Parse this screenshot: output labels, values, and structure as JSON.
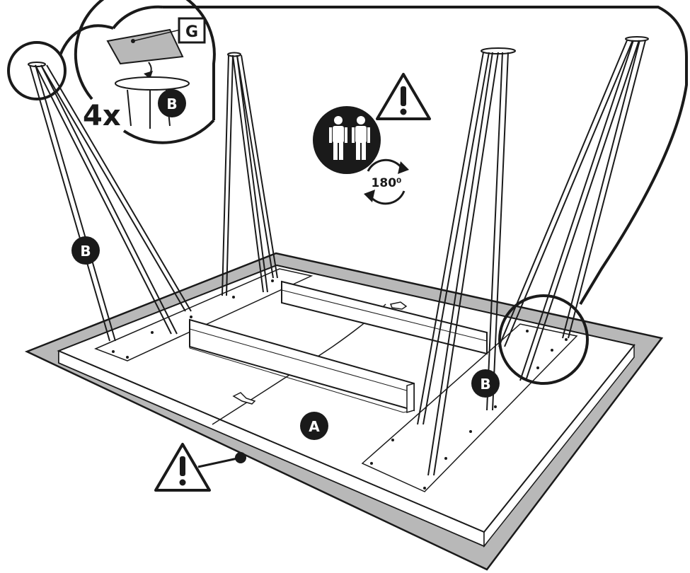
{
  "colors": {
    "ink": "#1a1a1a",
    "floor": "#b8b8b8",
    "paper": "#ffffff"
  },
  "labels": {
    "part_a": "A",
    "part_b": "B",
    "part_g": "G",
    "quantity": "4x",
    "rotation": "180⁰"
  },
  "icons": {
    "warning": "warning-triangle-icon",
    "two_people": "two-people-icon",
    "rotate": "rotate-arrows-icon"
  }
}
